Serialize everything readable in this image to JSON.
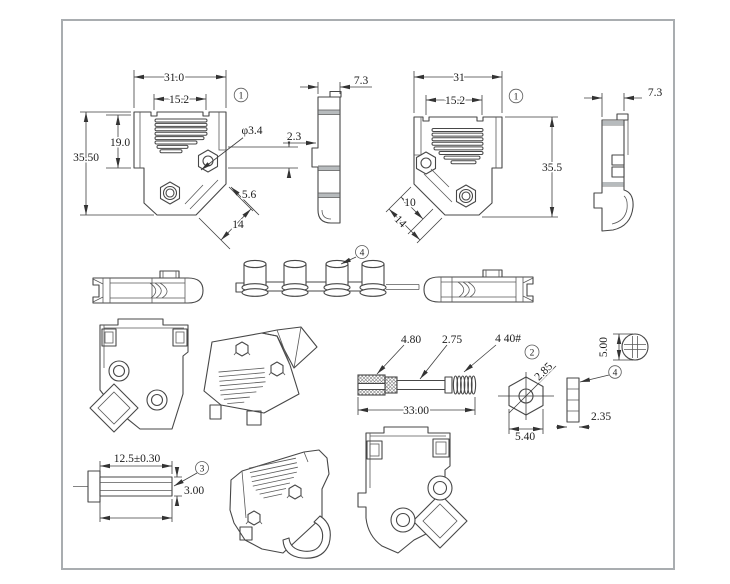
{
  "drawing_type": "mechanical-part-drawing",
  "front_view_left": {
    "callout": "1",
    "width_outer": "31.0",
    "width_top": "15.2",
    "height_step": "19.0",
    "height_outer": "35.50",
    "hole_dia": "φ3.4",
    "side_offset": "2.3",
    "clamp_width": "5.6",
    "clamp_length": "14"
  },
  "side_view_left": {
    "depth": "7.3"
  },
  "front_view_right": {
    "callout": "1",
    "width_outer": "31",
    "width_top": "15.2",
    "height_outer": "35.5",
    "clamp_width": "10",
    "clamp_length": "14"
  },
  "side_view_right": {
    "depth": "7.3"
  },
  "screw_lock_set": {
    "callout": "4"
  },
  "thumbscrew": {
    "callout": "2",
    "head_dia": "4.80",
    "shaft_dia": "2.75",
    "thread_spec": "4 40#",
    "overall_length": "33.00"
  },
  "hex_nut": {
    "hole_dia": "2.85",
    "across_flats": "5.40"
  },
  "bushing": {
    "callout": "4",
    "thickness": "2.35",
    "outer_dia": "5.00"
  },
  "pin": {
    "callout": "3",
    "length": "12.5±0.30",
    "dia": "3.00"
  }
}
